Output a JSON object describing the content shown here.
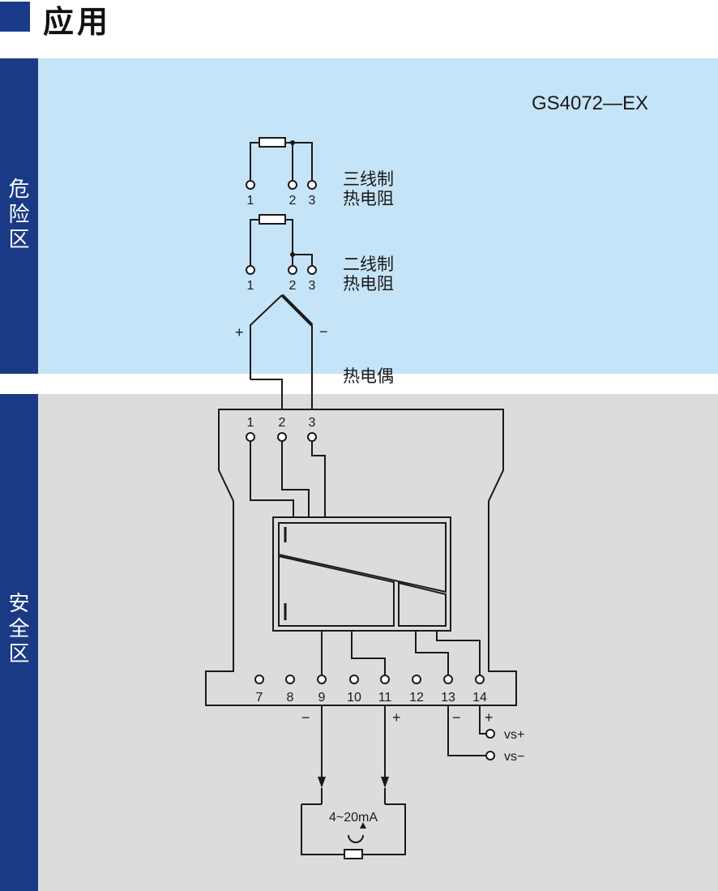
{
  "header": {
    "title": "应用"
  },
  "zones": {
    "hazardous": {
      "label": "危险区",
      "color": "#c6e4f7"
    },
    "safe": {
      "label": "安全区",
      "color": "#dcdcdc"
    },
    "bar_color": "#1b3a86"
  },
  "model": "GS4072—EX",
  "sensors": {
    "rtd3": {
      "line1": "三线制",
      "line2": "热电阻",
      "t1": "1",
      "t2": "2",
      "t3": "3"
    },
    "rtd2": {
      "line1": "二线制",
      "line2": "热电阻",
      "t1": "1",
      "t2": "2",
      "t3": "3"
    },
    "tc": {
      "label": "热电偶",
      "plus": "+",
      "minus": "−"
    }
  },
  "input_terminals": [
    "1",
    "2",
    "3"
  ],
  "output_terminals": [
    "7",
    "8",
    "9",
    "10",
    "11",
    "12",
    "13",
    "14"
  ],
  "output_signs": {
    "neg": "−",
    "pos": "+",
    "supply_neg": "−",
    "supply_pos": "+"
  },
  "supply": {
    "pos": "vs+",
    "neg": "vs−"
  },
  "load": {
    "label": "4~20mA"
  }
}
